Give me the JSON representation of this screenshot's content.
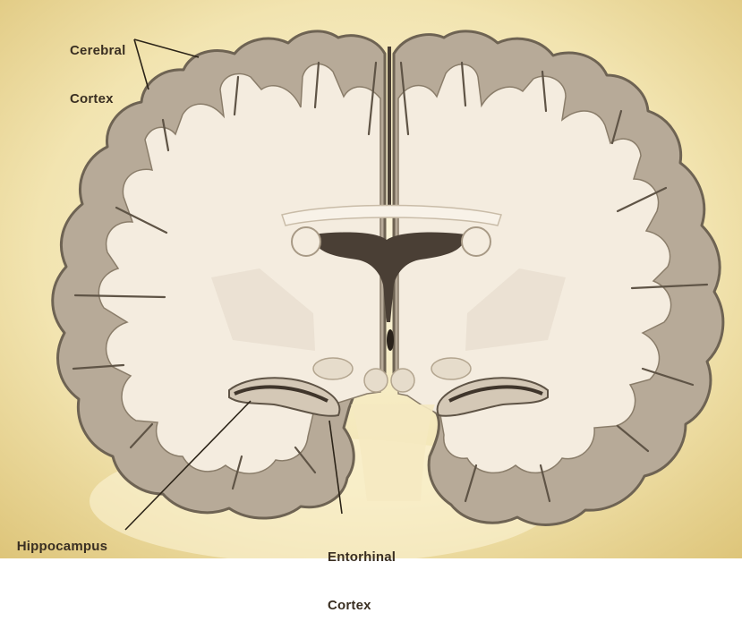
{
  "labels": {
    "cerebral_cortex_line1": "Cerebral",
    "cerebral_cortex_line2": "Cortex",
    "hippocampus": "Hippocampus",
    "entorhinal_line1": "Entorhinal",
    "entorhinal_line2": "Cortex"
  },
  "colors": {
    "background_light": "#f7efd0",
    "background_gold": "#e3cc7e",
    "cortex_gray": "#b7aa98",
    "cortex_outline": "#6e6353",
    "white_matter": "#f4ecdf",
    "ventricle": "#4a3f35",
    "pointer_line": "#2c2418"
  }
}
